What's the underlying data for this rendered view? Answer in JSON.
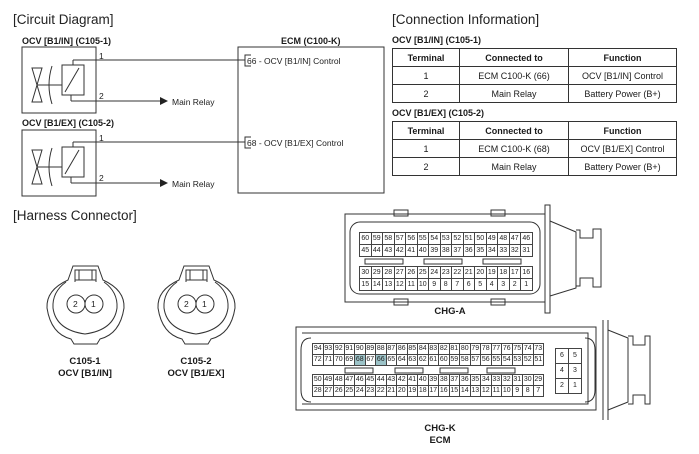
{
  "circuit_diagram": {
    "title": "[Circuit Diagram]",
    "components": [
      {
        "label": "OCV [B1/IN] (C105-1)",
        "pin1": "1",
        "pin2": "2",
        "destination": "Main Relay"
      },
      {
        "label": "OCV [B1/EX] (C105-2)",
        "pin1": "1",
        "pin2": "2",
        "destination": "Main Relay"
      }
    ],
    "ecm": {
      "label": "ECM (C100-K)",
      "terminals": [
        "66 - OCV [B1/IN] Control",
        "68 - OCV [B1/EX] Control"
      ]
    }
  },
  "connection_information": {
    "title": "[Connection Information]",
    "tables": [
      {
        "title": "OCV [B1/IN] (C105-1)",
        "headers": [
          "Terminal",
          "Connected to",
          "Function"
        ],
        "rows": [
          [
            "1",
            "ECM C100-K (66)",
            "OCV [B1/IN] Control"
          ],
          [
            "2",
            "Main Relay",
            "Battery Power (B+)"
          ]
        ]
      },
      {
        "title": "OCV [B1/EX] (C105-2)",
        "headers": [
          "Terminal",
          "Connected to",
          "Function"
        ],
        "rows": [
          [
            "1",
            "ECM C100-K (68)",
            "OCV [B1/EX] Control"
          ],
          [
            "2",
            "Main Relay",
            "Battery Power (B+)"
          ]
        ]
      }
    ]
  },
  "harness_connector": {
    "title": "[Harness Connector]",
    "connectors": [
      {
        "id": "C105-1",
        "name": "OCV [B1/IN]",
        "pins": [
          "2",
          "1"
        ]
      },
      {
        "id": "C105-2",
        "name": "OCV [B1/EX]",
        "pins": [
          "2",
          "1"
        ]
      }
    ],
    "chg_a": {
      "label": "CHG-A",
      "rows": [
        [
          "60",
          "59",
          "58",
          "57",
          "56",
          "55",
          "54",
          "53",
          "52",
          "51",
          "50",
          "49",
          "48",
          "47",
          "46"
        ],
        [
          "45",
          "44",
          "43",
          "42",
          "41",
          "40",
          "39",
          "38",
          "37",
          "36",
          "35",
          "34",
          "33",
          "32",
          "31"
        ],
        [
          "30",
          "29",
          "28",
          "27",
          "26",
          "25",
          "24",
          "23",
          "22",
          "21",
          "20",
          "19",
          "18",
          "17",
          "16"
        ],
        [
          "15",
          "14",
          "13",
          "12",
          "11",
          "10",
          "9",
          "8",
          "7",
          "6",
          "5",
          "4",
          "3",
          "2",
          "1"
        ]
      ]
    },
    "chg_k": {
      "label": "CHG-K",
      "sublabel": "ECM",
      "highlighted_pins": [
        "66",
        "68"
      ],
      "highlight_color": "#9cc3c8",
      "rows": [
        [
          "94",
          "93",
          "92",
          "91",
          "90",
          "89",
          "88",
          "87",
          "86",
          "85",
          "84",
          "83",
          "82",
          "81",
          "80",
          "79",
          "78",
          "77",
          "76",
          "75",
          "74",
          "73"
        ],
        [
          "72",
          "71",
          "70",
          "69",
          "68",
          "67",
          "66",
          "65",
          "64",
          "63",
          "62",
          "61",
          "60",
          "59",
          "58",
          "57",
          "56",
          "55",
          "54",
          "53",
          "52",
          "51"
        ],
        [
          "50",
          "49",
          "48",
          "47",
          "46",
          "45",
          "44",
          "43",
          "42",
          "41",
          "40",
          "39",
          "38",
          "37",
          "36",
          "35",
          "34",
          "33",
          "32",
          "31",
          "30",
          "29"
        ],
        [
          "28",
          "27",
          "26",
          "25",
          "24",
          "23",
          "22",
          "21",
          "20",
          "19",
          "18",
          "17",
          "16",
          "15",
          "14",
          "13",
          "12",
          "11",
          "10",
          "9",
          "8",
          "7"
        ]
      ],
      "side_block": [
        [
          "6",
          "5"
        ],
        [
          "4",
          "3"
        ],
        [
          "2",
          "1"
        ]
      ]
    }
  }
}
